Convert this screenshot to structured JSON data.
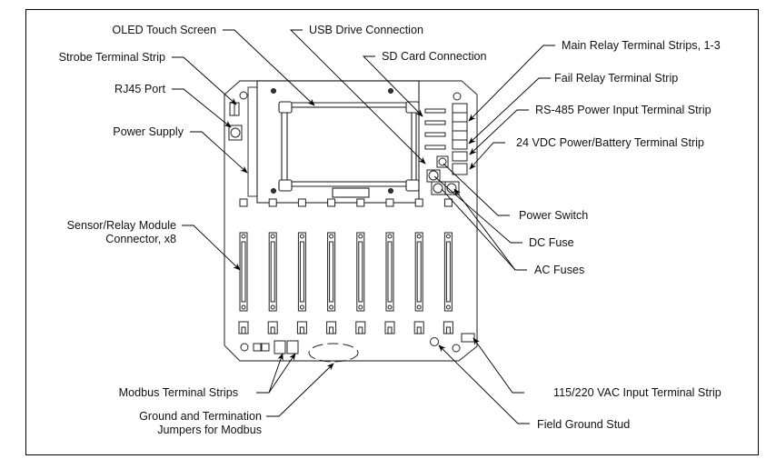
{
  "diagram": {
    "type": "annotated-hardware-board",
    "labels": {
      "oled_touch_screen": "OLED Touch Screen",
      "usb_drive_connection": "USB Drive Connection",
      "sd_card_connection": "SD Card Connection",
      "strobe_terminal_strip": "Strobe Terminal Strip",
      "rj45_port": "RJ45 Port",
      "power_supply": "Power Supply",
      "sensor_relay_module_line1": "Sensor/Relay Module",
      "sensor_relay_module_line2": "Connector, x8",
      "main_relay_terminal_strips": "Main Relay Terminal Strips, 1-3",
      "fail_relay_terminal_strip": "Fail Relay Terminal Strip",
      "rs485_power_input_terminal_strip": "RS-485 Power Input Terminal Strip",
      "vdc24_power_battery_terminal_strip": "24 VDC Power/Battery Terminal Strip",
      "power_switch": "Power Switch",
      "dc_fuse": "DC Fuse",
      "ac_fuses": "AC Fuses",
      "modbus_terminal_strips": "Modbus Terminal Strips",
      "ground_termination_line1": "Ground and Termination",
      "ground_termination_line2": "Jumpers for Modbus",
      "vac_input_terminal_strip": "115/220 VAC Input Terminal Strip",
      "field_ground_stud": "Field Ground Stud"
    },
    "sensor_relay_connector_count": 8,
    "colors": {
      "line": "#000000",
      "background": "#ffffff"
    }
  }
}
